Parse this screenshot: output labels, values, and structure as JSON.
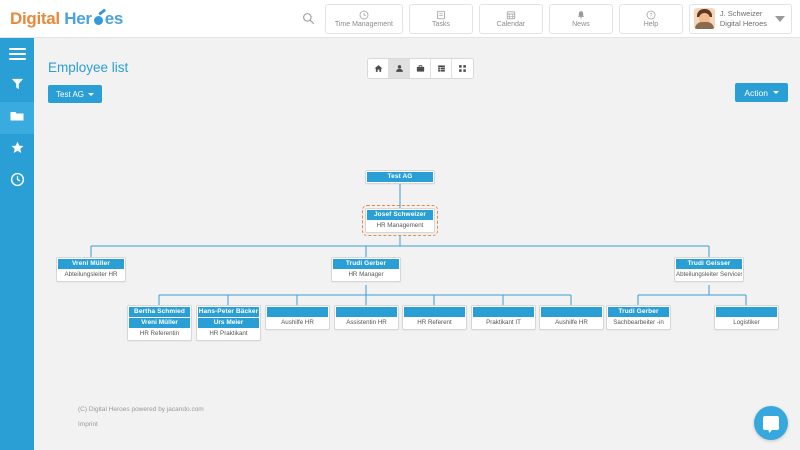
{
  "brand": {
    "part1": "Digital",
    "part2": "Her",
    "part3": "es"
  },
  "topbar": {
    "search_icon": "search-icon",
    "items": [
      {
        "label": "Time Management",
        "icon": "clock-icon"
      },
      {
        "label": "Tasks",
        "icon": "tasks-icon"
      },
      {
        "label": "Calendar",
        "icon": "calendar-icon"
      },
      {
        "label": "News",
        "icon": "bell-icon"
      },
      {
        "label": "Help",
        "icon": "help-icon"
      }
    ],
    "user": {
      "name": "J. Schweizer",
      "company": "Digital Heroes"
    }
  },
  "sidebar": {
    "items": [
      {
        "icon": "hamburger-menu-icon",
        "active": false
      },
      {
        "icon": "filter-funnel-icon",
        "active": false
      },
      {
        "icon": "folder-icon",
        "active": true
      },
      {
        "icon": "star-icon",
        "active": false
      },
      {
        "icon": "clock-history-icon",
        "active": false
      }
    ]
  },
  "page": {
    "title": "Employee list",
    "org_selector_label": "Test AG",
    "action_label": "Action"
  },
  "view_toggle": {
    "buttons": [
      {
        "name": "home-icon",
        "active": false
      },
      {
        "name": "person-icon",
        "active": true
      },
      {
        "name": "briefcase-icon",
        "active": false
      },
      {
        "name": "table-icon",
        "active": false
      },
      {
        "name": "grid-icon",
        "active": false
      }
    ]
  },
  "chart_data": {
    "type": "org-chart",
    "title": "Employee list",
    "accent_color": "#2a9fd6",
    "selected_color": "#e8883a",
    "nodes": [
      {
        "id": "root",
        "name": "Test AG",
        "sub": "",
        "role": "",
        "selected": false
      },
      {
        "id": "n1",
        "name": "Josef Schweizer",
        "sub": "",
        "role": "HR Management",
        "selected": true
      },
      {
        "id": "n2",
        "name": "Vreni Müller",
        "sub": "",
        "role": "Abteilungsleiter HR",
        "selected": false
      },
      {
        "id": "n3",
        "name": "Trudi Gerber",
        "sub": "",
        "role": "HR Manager",
        "selected": false
      },
      {
        "id": "n4",
        "name": "Trudi Geisser",
        "sub": "",
        "role": "Abteilungsleiter Services",
        "selected": false
      },
      {
        "id": "n5",
        "name": "Bertha Schmied",
        "sub": "Vreni Müller",
        "role": "HR Referentin",
        "selected": false
      },
      {
        "id": "n6",
        "name": "Hans-Peter Bäcker",
        "sub": "Urs Meier",
        "role": "HR Praktikant",
        "selected": false
      },
      {
        "id": "n7",
        "name": "",
        "sub": "",
        "role": "Aushilfe HR",
        "selected": false
      },
      {
        "id": "n8",
        "name": "",
        "sub": "",
        "role": "Assistentin HR",
        "selected": false
      },
      {
        "id": "n9",
        "name": "",
        "sub": "",
        "role": "HR Referent",
        "selected": false
      },
      {
        "id": "n10",
        "name": "",
        "sub": "",
        "role": "Praktikant IT",
        "selected": false
      },
      {
        "id": "n11",
        "name": "",
        "sub": "",
        "role": "Aushilfe HR",
        "selected": false
      },
      {
        "id": "n12",
        "name": "Trudi Gerber",
        "sub": "",
        "role": "Sachbearbeiter -in",
        "selected": false
      },
      {
        "id": "n13",
        "name": "",
        "sub": "",
        "role": "Logistiker",
        "selected": false
      }
    ]
  },
  "footer": {
    "copyright": "(C) Digital Heroes powered by jacando.com",
    "imprint": "Imprint"
  },
  "chat": {
    "icon": "chat-bubble-icon"
  }
}
